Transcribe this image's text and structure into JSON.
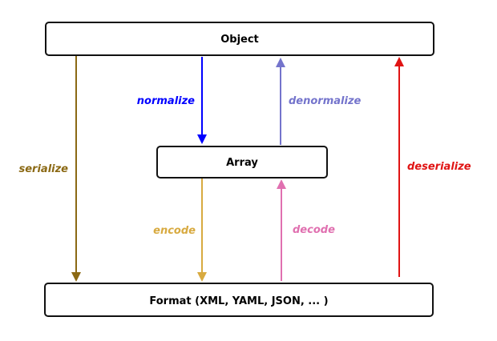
{
  "nodes": {
    "object": "Object",
    "array": "Array",
    "format": "Format (XML, YAML, JSON, ... )"
  },
  "edges": [
    {
      "id": "serialize",
      "label": "serialize",
      "from": "object",
      "to": "format",
      "color": "#8B6914"
    },
    {
      "id": "normalize",
      "label": "normalize",
      "from": "object",
      "to": "array",
      "color": "#0000FF"
    },
    {
      "id": "denormalize",
      "label": "denormalize",
      "from": "array",
      "to": "object",
      "color": "#7474CC"
    },
    {
      "id": "deserialize",
      "label": "deserialize",
      "from": "format",
      "to": "object",
      "color": "#E01414"
    },
    {
      "id": "encode",
      "label": "encode",
      "from": "array",
      "to": "format",
      "color": "#D8AA40"
    },
    {
      "id": "decode",
      "label": "decode",
      "from": "format",
      "to": "array",
      "color": "#E070B0"
    }
  ]
}
